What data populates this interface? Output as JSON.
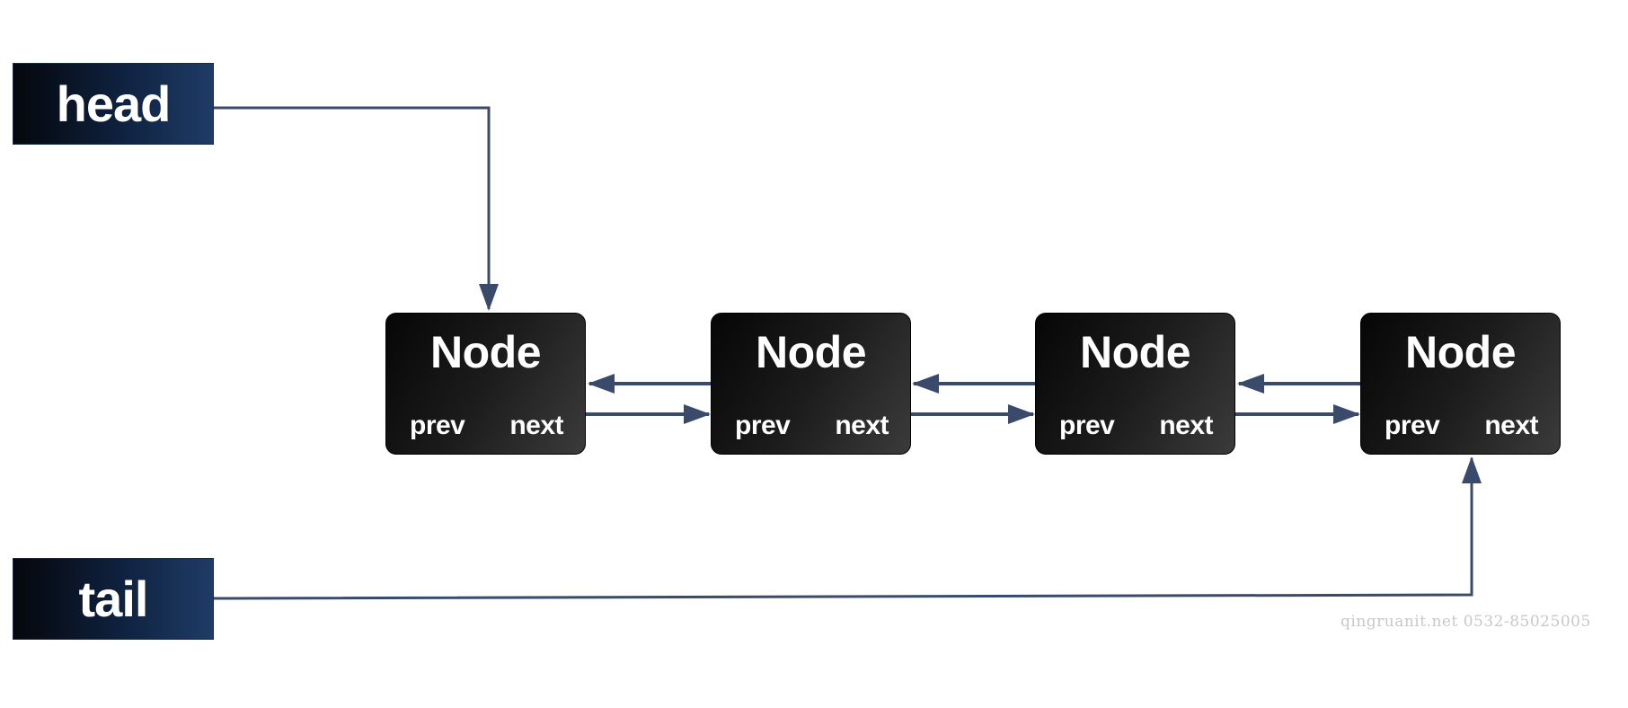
{
  "pointers": {
    "head": "head",
    "tail": "tail"
  },
  "nodes": [
    {
      "title": "Node",
      "prev": "prev",
      "next": "next"
    },
    {
      "title": "Node",
      "prev": "prev",
      "next": "next"
    },
    {
      "title": "Node",
      "prev": "prev",
      "next": "next"
    },
    {
      "title": "Node",
      "prev": "prev",
      "next": "next"
    }
  ],
  "watermark": "qingruanit.net 0532-85025005",
  "colors": {
    "arrow": "#3a4a6b",
    "node_fill": "#1c1c1c",
    "pointer_fill": "#0f2240",
    "watermark": "#c8c8c8"
  }
}
